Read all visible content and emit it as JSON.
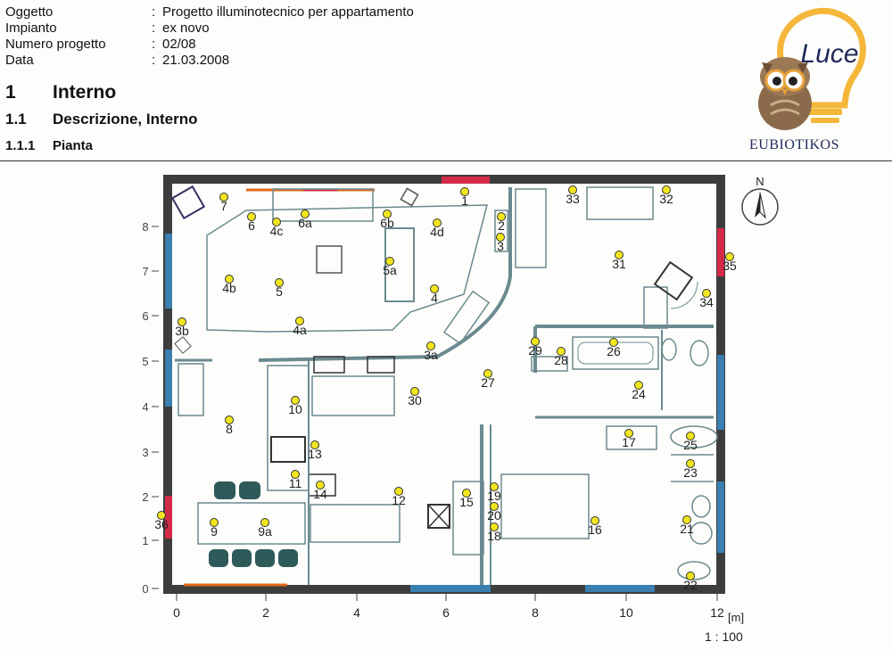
{
  "header": {
    "rows": [
      {
        "key": "Oggetto",
        "value": "Progetto illuminotecnico per appartamento"
      },
      {
        "key": "Impianto",
        "value": "ex novo"
      },
      {
        "key": "Numero progetto",
        "value": "02/08"
      },
      {
        "key": "Data",
        "value": "21.03.2008"
      }
    ],
    "sep": ":"
  },
  "sections": [
    {
      "num": "1",
      "title": "Interno"
    },
    {
      "num": "1.1",
      "title": "Descrizione, Interno"
    },
    {
      "num": "1.1.1",
      "title": "Pianta"
    }
  ],
  "logo": {
    "word": "Luce",
    "brand": "EUBIOTIKOS"
  },
  "compass": {
    "label": "N"
  },
  "plan": {
    "x_ticks": [
      "0",
      "2",
      "4",
      "6",
      "8",
      "10",
      "12"
    ],
    "y_ticks": [
      "0",
      "1",
      "2",
      "3",
      "4",
      "5",
      "6",
      "7",
      "8"
    ],
    "unit": "[m]",
    "scale": "1 : 100",
    "fixtures": [
      "1",
      "2",
      "3",
      "4",
      "4a",
      "4b",
      "4c",
      "4d",
      "5",
      "5a",
      "6",
      "6a",
      "6b",
      "7",
      "8",
      "9",
      "9a",
      "10",
      "11",
      "12",
      "13",
      "14",
      "15",
      "16",
      "17",
      "18",
      "19",
      "20",
      "21",
      "22",
      "23",
      "24",
      "25",
      "26",
      "27",
      "28",
      "29",
      "30",
      "31",
      "32",
      "33",
      "34",
      "35",
      "36",
      "3a",
      "3b"
    ]
  },
  "colors": {
    "accent_red": "#d42a4a",
    "window_blue": "#3a7fb0",
    "wall": "#3d3d3d",
    "lamp": "#f1e51d",
    "logo_navy": "#1f2a5a",
    "bulb": "#f4b73a"
  }
}
